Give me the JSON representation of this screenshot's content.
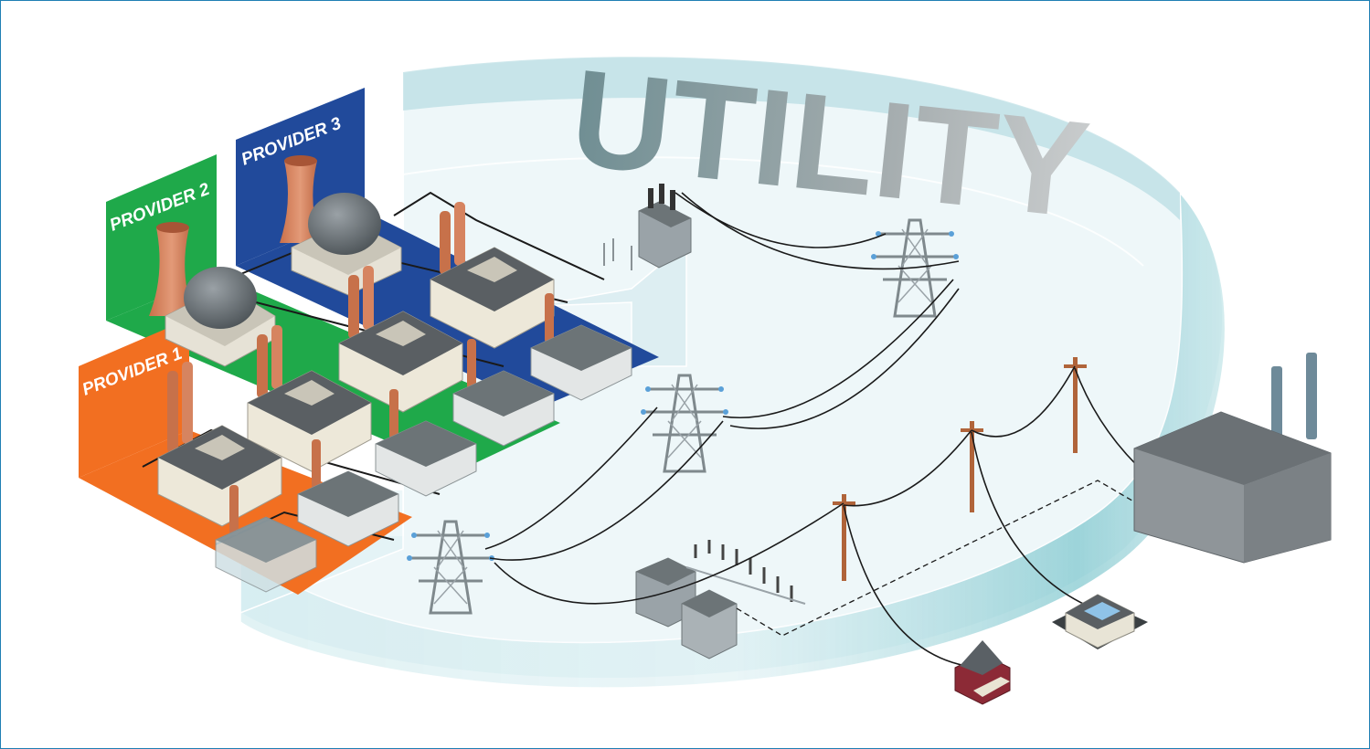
{
  "title_banner": "UTILITY",
  "providers": [
    {
      "label": "PROVIDER 1",
      "color": "#f26f21"
    },
    {
      "label": "PROVIDER 2",
      "color": "#1fa94a"
    },
    {
      "label": "PROVIDER 3",
      "color": "#214a9b"
    }
  ],
  "colors": {
    "border": "#1f7fb4",
    "utility_glass": "#7fc4cc",
    "utility_text": "#8a9ca0",
    "tower": "#9aa3a8",
    "pole": "#b0643a",
    "wire": "#1a1a1a"
  },
  "icons": {
    "generation": [
      "cooling-tower-icon",
      "reactor-dome-icon",
      "power-plant-icon",
      "smokestack-icon"
    ],
    "transmission": [
      "transmission-tower-icon",
      "transformer-icon",
      "substation-icon"
    ],
    "distribution": [
      "utility-pole-icon"
    ],
    "consumers": [
      "house-icon",
      "commercial-building-icon",
      "factory-icon"
    ]
  }
}
